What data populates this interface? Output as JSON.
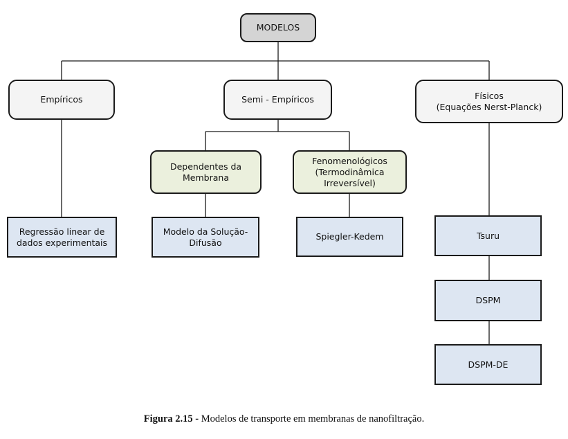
{
  "diagram": {
    "root": "MODELOS",
    "categories": {
      "empiricos": "Empíricos",
      "semi_empiricos": "Semi - Empíricos",
      "fisicos": "Físicos\n(Equações Nerst-Planck)"
    },
    "subcategories": {
      "dependentes": "Dependentes da\nMembrana",
      "fenomenologicos": "Fenomenológicos\n(Termodinâmica\nIrreversível)"
    },
    "models": {
      "regressao": "Regressão linear de\ndados experimentais",
      "solucao_difusao": "Modelo da Solução-\nDifusão",
      "spiegler_kedem": "Spiegler-Kedem",
      "tsuru": "Tsuru",
      "dspm": "DSPM",
      "dspm_de": "DSPM-DE"
    }
  },
  "caption": {
    "label": "Figura 2.15 -",
    "text": " Modelos de transporte em membranas de nanofiltração."
  }
}
